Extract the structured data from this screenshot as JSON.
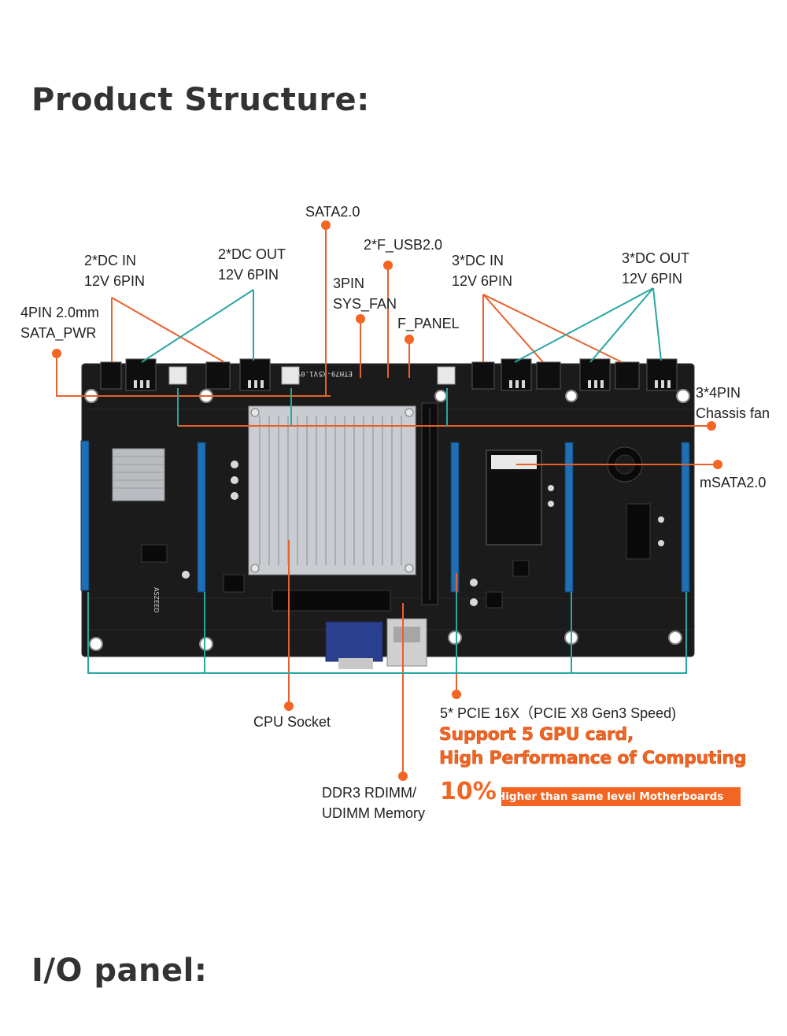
{
  "headings": {
    "structure": "Product Structure:",
    "io": "I/O panel:"
  },
  "labels": {
    "dc_in_2_a": "2*DC IN",
    "dc_in_2_b": "12V 6PIN",
    "dc_out_2_a": "2*DC OUT",
    "dc_out_2_b": "12V 6PIN",
    "sata_pwr_a": "4PIN 2.0mm",
    "sata_pwr_b": "SATA_PWR",
    "sata20": "SATA2.0",
    "f_usb": "2*F_USB2.0",
    "sys_fan_a": "3PIN",
    "sys_fan_b": "SYS_FAN",
    "f_panel": "F_PANEL",
    "dc_in_3_a": "3*DC IN",
    "dc_in_3_b": "12V 6PIN",
    "dc_out_3_a": "3*DC OUT",
    "dc_out_3_b": "12V 6PIN",
    "chassis_fan_a": "3*4PIN",
    "chassis_fan_b": "Chassis fan",
    "msata": "mSATA2.0",
    "cpu_socket": "CPU Socket",
    "pcie": "5* PCIE 16X（PCIE X8 Gen3 Speed)",
    "ddr3_a": "DDR3 RDIMM/",
    "ddr3_b": "UDIMM Memory"
  },
  "promo": {
    "line1": "Support 5 GPU card,",
    "line2": "High Performance of Computing",
    "percent": "10%",
    "tagline": "Higher than same level Motherboards"
  },
  "board_text": {
    "model": "ETH79-X5",
    "version": "V1.0Y",
    "brand": "ASZEED"
  },
  "colors": {
    "accent_orange": "#f26522",
    "accent_teal": "#29a5a0",
    "board": "#1a1a1a",
    "pcie_slot": "#1f6fb5",
    "heatsink": "#c9ccd0",
    "text": "#333333"
  }
}
